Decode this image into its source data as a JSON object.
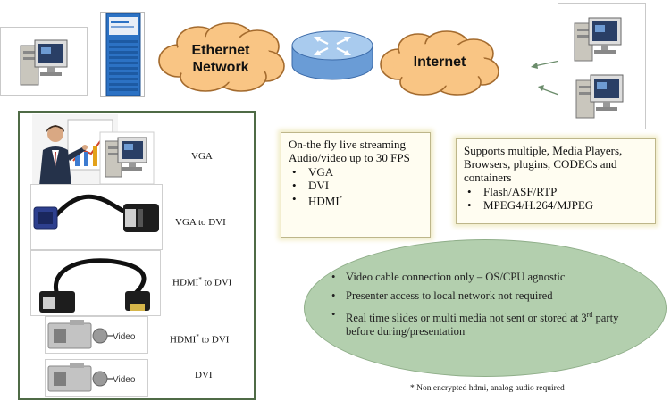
{
  "network": {
    "ethernet_label": "Ethernet Network",
    "internet_label": "Internet"
  },
  "devices": [
    {
      "label": "VGA"
    },
    {
      "label": "VGA to DVI"
    },
    {
      "label": "HDMI",
      "label_tail": " to DVI"
    },
    {
      "label": "HDMI",
      "label_tail": " to DVI"
    },
    {
      "label": "DVI"
    }
  ],
  "device_mark": "*",
  "video_tag": "Video",
  "streaming_box": {
    "heading": "On-the fly live streaming Audio/video up to 30 FPS",
    "items": [
      "VGA",
      "DVI",
      "HDMI"
    ],
    "hdmi_mark": "*"
  },
  "support_box": {
    "heading": "Supports multiple, Media Players, Browsers, plugins, CODECs and containers",
    "items": [
      "Flash/ASF/RTP",
      "MPEG4/H.264/MJPEG"
    ]
  },
  "features": [
    {
      "text": "Video cable connection only –  OS/CPU agnostic"
    },
    {
      "text": "Presenter access to local network not required"
    },
    {
      "text_before": "Real time slides or multi media not sent or stored at 3",
      "sup": "rd",
      "text_after": " party before during/presentation"
    }
  ],
  "footnote": "* Non encrypted hdmi, analog audio required",
  "colors": {
    "cloud_fill": "#f9c584",
    "cloud_stroke": "#a46b2e",
    "router_top": "#a9cbee",
    "router_side": "#6a9cd6",
    "server_blue": "#2c72c4",
    "panel_border": "#4f6b46",
    "ellipse_fill": "#b3cfae",
    "arrow_green": "#6b8c6b"
  },
  "icons": [
    "desktop-computer-icon",
    "rack-server-icon",
    "router-icon",
    "cloud-icon",
    "presenter-photo",
    "vga-dvi-cable-photo",
    "hdmi-dvi-cable-photo",
    "video-camera-icon"
  ]
}
